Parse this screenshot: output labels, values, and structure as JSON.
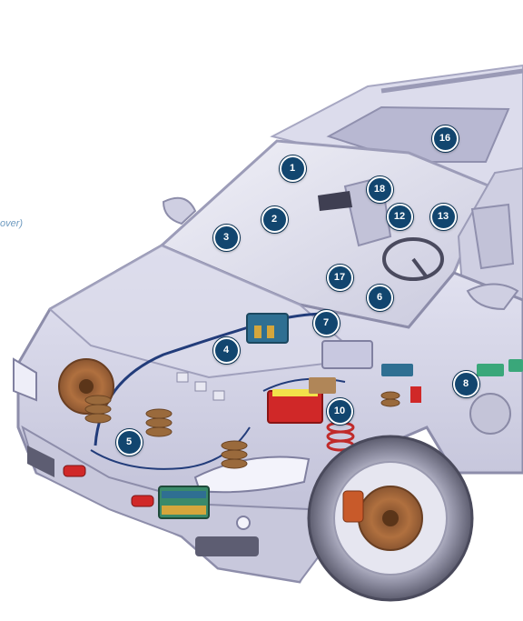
{
  "side_text": "over)",
  "colors": {
    "marker_fill": "#12466f",
    "marker_border": "#ffffff",
    "body_tint": "#d4d4e8",
    "accent_brown": "#a2623a"
  },
  "markers": [
    {
      "id": "1",
      "label": "1"
    },
    {
      "id": "2",
      "label": "2"
    },
    {
      "id": "3",
      "label": "3"
    },
    {
      "id": "4",
      "label": "4"
    },
    {
      "id": "5",
      "label": "5"
    },
    {
      "id": "6",
      "label": "6"
    },
    {
      "id": "7",
      "label": "7"
    },
    {
      "id": "8",
      "label": "8"
    },
    {
      "id": "10",
      "label": "10"
    },
    {
      "id": "12",
      "label": "12"
    },
    {
      "id": "13",
      "label": "13"
    },
    {
      "id": "16",
      "label": "16"
    },
    {
      "id": "17",
      "label": "17"
    },
    {
      "id": "18",
      "label": "18"
    }
  ]
}
